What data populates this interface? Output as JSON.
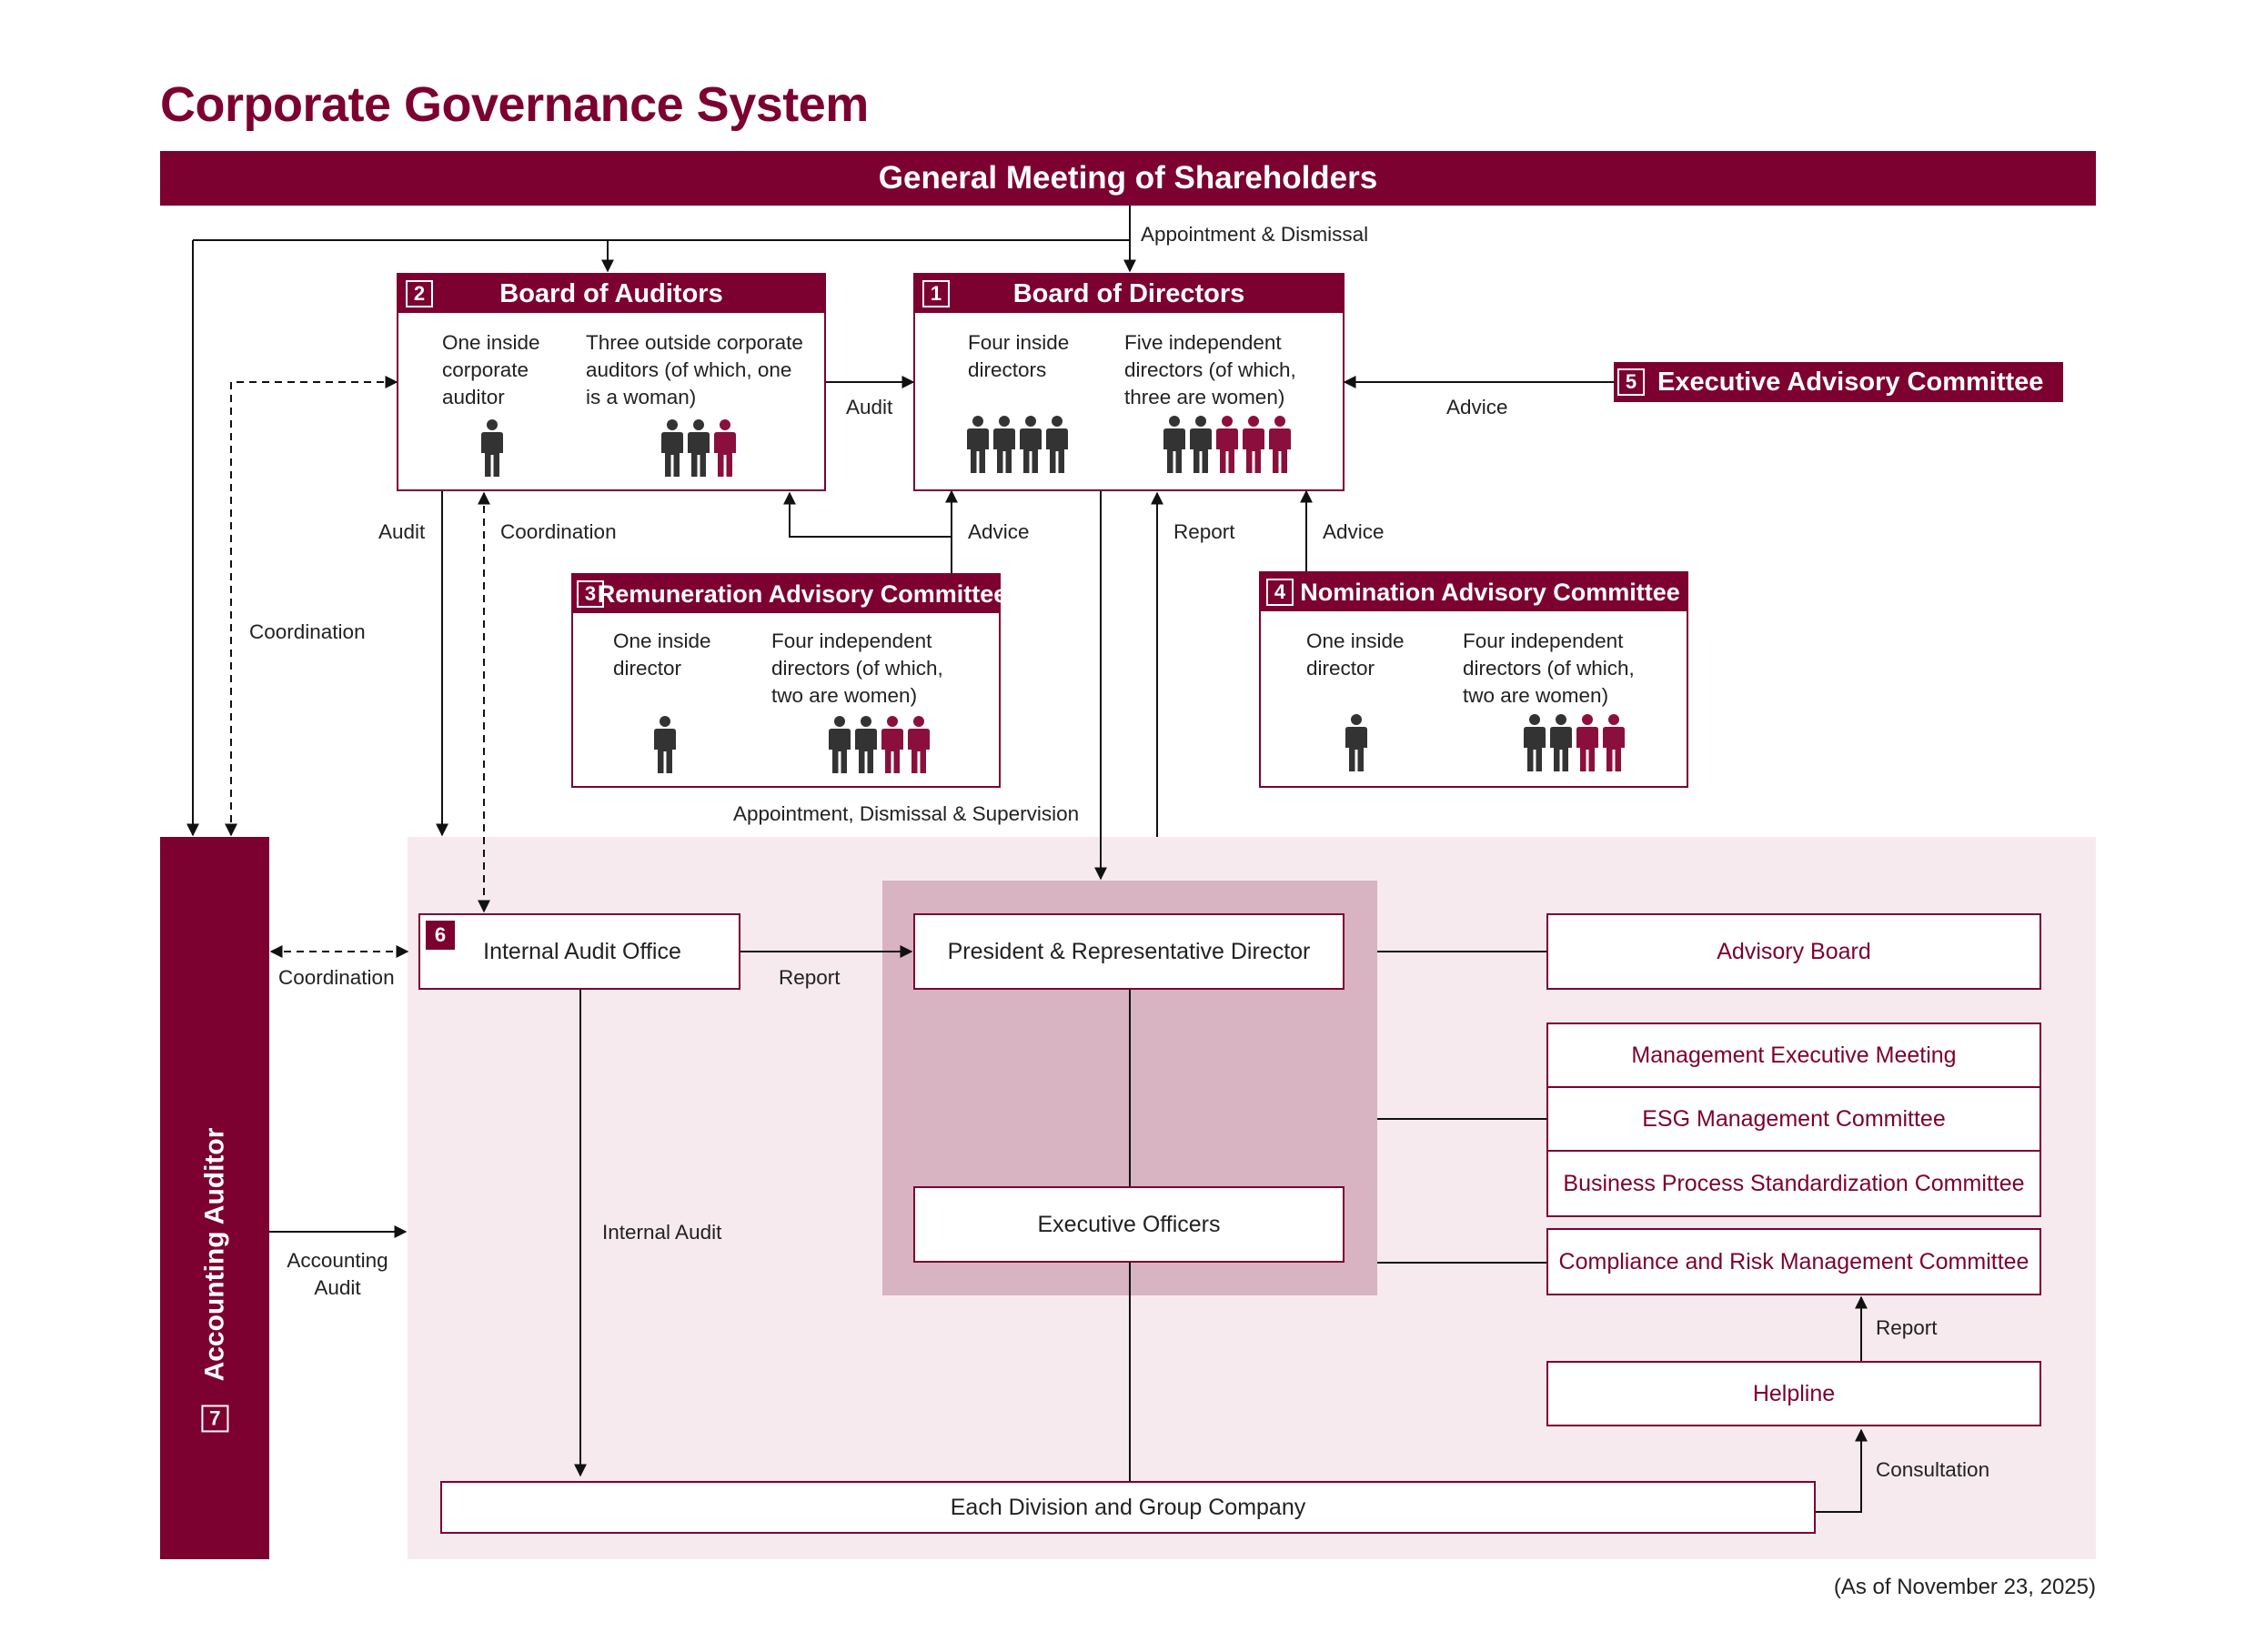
{
  "title": "Corporate Governance System",
  "as_of": "(As of November 23, 2025)",
  "colors": {
    "brand": "#7c0030",
    "women": "#8b0f3c",
    "men": "#333333",
    "region_light": "#f6eaee",
    "region_dark": "#d8b3c2"
  },
  "shareholders": "General Meeting of Shareholders",
  "board_of_auditors": {
    "number": "2",
    "title": "Board of Auditors",
    "inside": {
      "text": "One inside\ncorporate\nauditor",
      "men": 1,
      "women": 0
    },
    "outside": {
      "text": "Three outside corporate\nauditors (of which, one\nis a woman)",
      "men": 2,
      "women": 1
    }
  },
  "board_of_directors": {
    "number": "1",
    "title": "Board of Directors",
    "inside": {
      "text": "Four inside\ndirectors",
      "men": 4,
      "women": 0
    },
    "outside": {
      "text": "Five independent\ndirectors (of which,\nthree are women)",
      "men": 2,
      "women": 3
    }
  },
  "executive_advisory": {
    "number": "5",
    "title": "Executive Advisory Committee"
  },
  "remuneration": {
    "number": "3",
    "title": "Remuneration Advisory Committee",
    "inside": {
      "text": "One inside\ndirector",
      "men": 1,
      "women": 0
    },
    "outside": {
      "text": "Four independent\ndirectors (of which,\ntwo are women)",
      "men": 2,
      "women": 2
    }
  },
  "nomination": {
    "number": "4",
    "title": "Nomination Advisory Committee",
    "inside": {
      "text": "One inside\ndirector",
      "men": 1,
      "women": 0
    },
    "outside": {
      "text": "Four independent\ndirectors (of which,\ntwo are women)",
      "men": 2,
      "women": 2
    }
  },
  "accounting_auditor": {
    "number": "7",
    "title": "Accounting Auditor"
  },
  "internal_audit_office": {
    "number": "6",
    "title": "Internal Audit Office"
  },
  "president": "President & Representative Director",
  "executive_officers": "Executive Officers",
  "divisions": "Each Division and Group Company",
  "side": {
    "advisory_board": "Advisory Board",
    "management_meeting": "Management Executive Meeting",
    "esg": "ESG Management Committee",
    "bps": "Business Process Standardization Committee",
    "compliance": "Compliance and Risk Management Committee",
    "helpline": "Helpline"
  },
  "labels": {
    "appointment_dismissal": "Appointment & Dismissal",
    "audit_boa_bod": "Audit",
    "advice_exec": "Advice",
    "audit_left": "Audit",
    "coordination_mid": "Coordination",
    "advice_rem": "Advice",
    "report_bod": "Report",
    "advice_nom": "Advice",
    "coordination_left": "Coordination",
    "appointment_supervision": "Appointment, Dismissal & Supervision",
    "coordination_aa": "Coordination",
    "report_iao": "Report",
    "internal_audit": "Internal Audit",
    "accounting_audit": "Accounting\nAudit",
    "report_helpline": "Report",
    "consultation": "Consultation"
  }
}
